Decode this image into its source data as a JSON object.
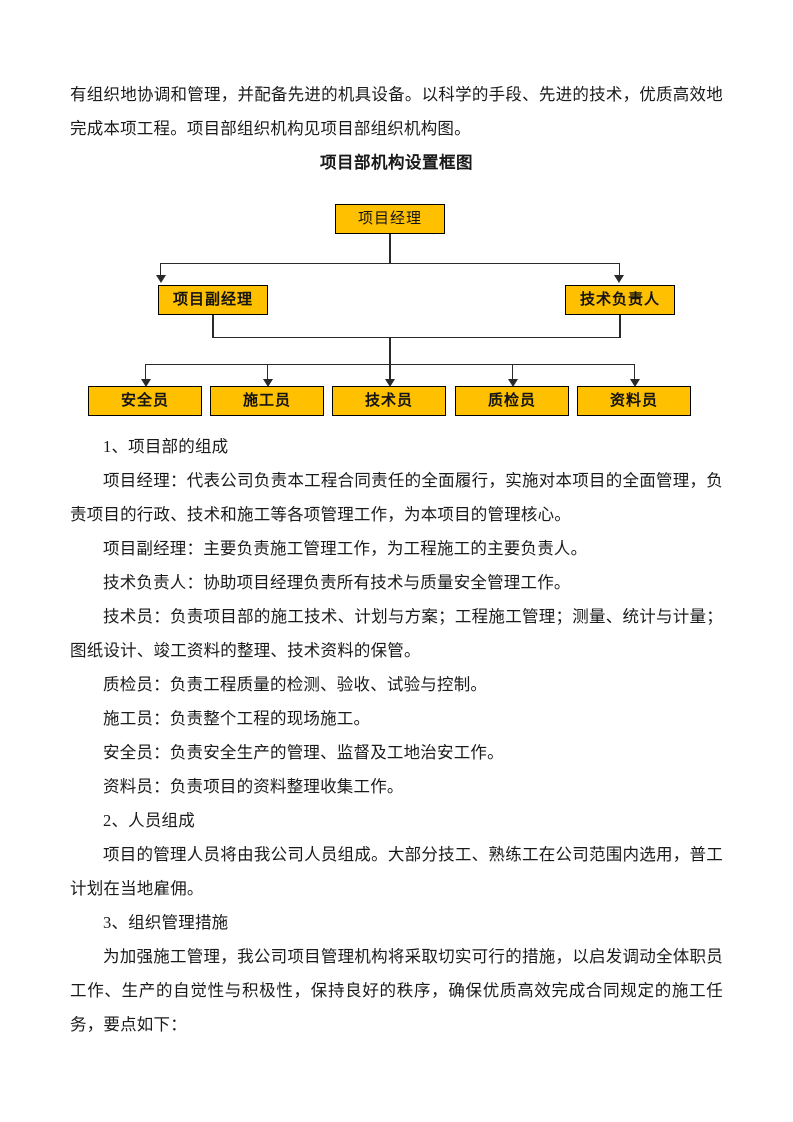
{
  "document": {
    "intro_paragraph": "有组织地协调和管理，并配备先进的机具设备。以科学的手段、先进的技术，优质高效地完成本项工程。项目部组织机构见项目部组织机构图。",
    "chart_title": "项目部机构设置框图",
    "sections": [
      {
        "heading": "1、项目部的组成",
        "paragraphs": [
          "项目经理：代表公司负责本工程合同责任的全面履行，实施对本项目的全面管理，负责项目的行政、技术和施工等各项管理工作，为本项目的管理核心。",
          "项目副经理：主要负责施工管理工作，为工程施工的主要负责人。",
          "技术负责人：协助项目经理负责所有技术与质量安全管理工作。",
          "技术员：负责项目部的施工技术、计划与方案；工程施工管理；测量、统计与计量；图纸设计、竣工资料的整理、技术资料的保管。",
          "质检员：负责工程质量的检测、验收、试验与控制。",
          "施工员：负责整个工程的现场施工。",
          "安全员：负责安全生产的管理、监督及工地治安工作。",
          "资料员：负责项目的资料整理收集工作。"
        ]
      },
      {
        "heading": "2、人员组成",
        "paragraphs": [
          "项目的管理人员将由我公司人员组成。大部分技工、熟练工在公司范围内选用，普工计划在当地雇佣。"
        ]
      },
      {
        "heading": "3、组织管理措施",
        "paragraphs": [
          "为加强施工管理，我公司项目管理机构将采取切实可行的措施，以启发调动全体职员工作、生产的自觉性与积极性，保持良好的秩序，确保优质高效完成合同规定的施工任务，要点如下："
        ]
      }
    ]
  },
  "chart_data": {
    "type": "diagram",
    "title": "项目部机构设置框图",
    "box_fill_color": "#FFC000",
    "box_border_color": "#000000",
    "connector_color": "#2a2a2a",
    "levels": [
      {
        "level": 1,
        "nodes": [
          {
            "id": "pm",
            "label": "项目经理"
          }
        ]
      },
      {
        "level": 2,
        "nodes": [
          {
            "id": "deputy_pm",
            "label": "项目副经理"
          },
          {
            "id": "tech_lead",
            "label": "技术负责人"
          }
        ]
      },
      {
        "level": 3,
        "nodes": [
          {
            "id": "safety",
            "label": "安全员"
          },
          {
            "id": "construction",
            "label": "施工员"
          },
          {
            "id": "technician",
            "label": "技术员"
          },
          {
            "id": "qc",
            "label": "质检员"
          },
          {
            "id": "documentation",
            "label": "资料员"
          }
        ]
      }
    ],
    "edges": [
      {
        "from": "pm",
        "to": "deputy_pm"
      },
      {
        "from": "pm",
        "to": "tech_lead"
      },
      {
        "from": "deputy_pm",
        "to": "safety"
      },
      {
        "from": "deputy_pm",
        "to": "construction"
      },
      {
        "from": "deputy_pm",
        "to": "technician"
      },
      {
        "from": "deputy_pm",
        "to": "qc"
      },
      {
        "from": "deputy_pm",
        "to": "documentation"
      },
      {
        "from": "tech_lead",
        "to": "safety"
      },
      {
        "from": "tech_lead",
        "to": "construction"
      },
      {
        "from": "tech_lead",
        "to": "technician"
      },
      {
        "from": "tech_lead",
        "to": "qc"
      },
      {
        "from": "tech_lead",
        "to": "documentation"
      }
    ]
  }
}
